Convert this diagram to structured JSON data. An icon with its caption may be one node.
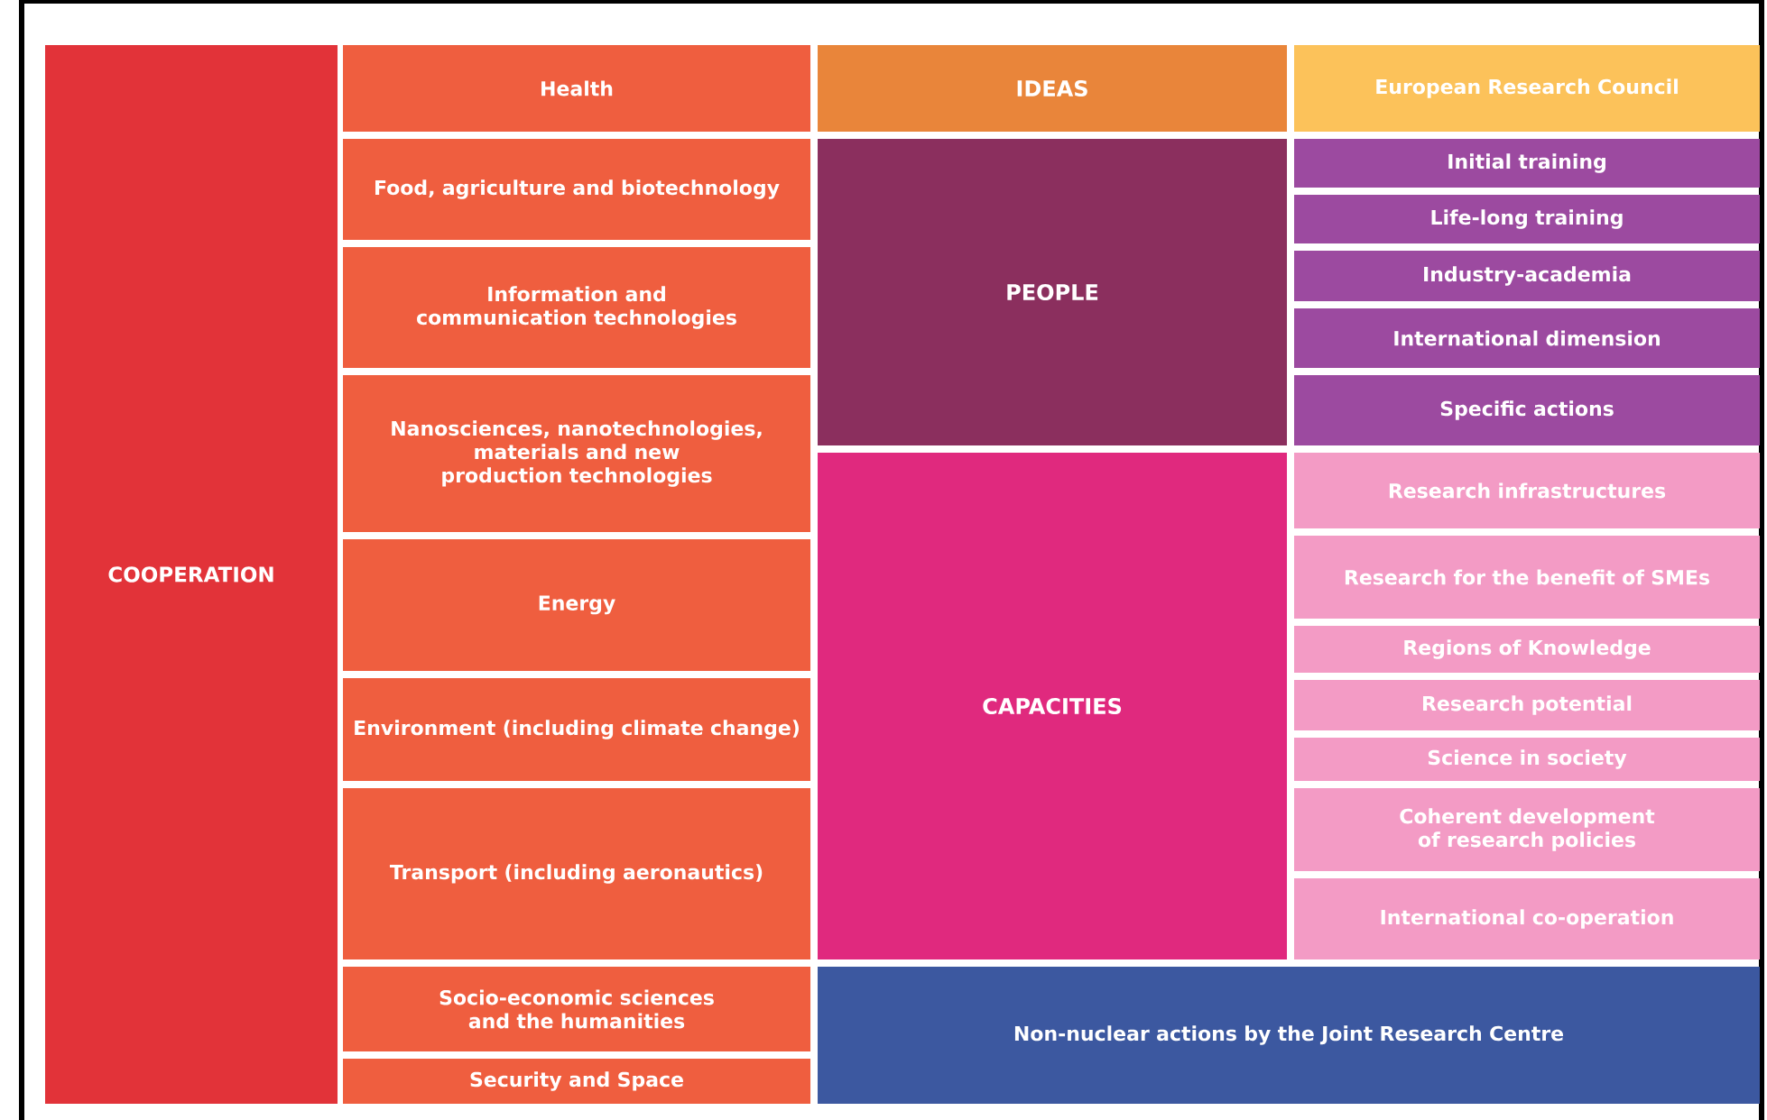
{
  "diagram": {
    "nodes": [
      {
        "text": [
          "COOPERATION"
        ]
      },
      {
        "text": [
          "Health"
        ]
      },
      {
        "text": [
          "Food, agriculture and biotechnology"
        ]
      },
      {
        "text": [
          "Information and communication technologies"
        ]
      },
      {
        "text": [
          "Nanosciences, nanotechnologies, materials and new production technologies"
        ]
      },
      {
        "text": [
          "Energy"
        ]
      },
      {
        "text": [
          "Environment (including climate change)"
        ]
      },
      {
        "text": [
          "Transport (including aeronautics)"
        ]
      },
      {
        "text": [
          "Socio-economic sciences and the humanities"
        ]
      },
      {
        "text": [
          "Security and Space"
        ]
      },
      {
        "text": [
          "IDEAS"
        ]
      },
      {
        "text": [
          "European Research Council"
        ]
      },
      {
        "text": [
          "PEOPLE"
        ]
      },
      {
        "text": [
          "Initial training"
        ]
      },
      {
        "text": [
          "Life-long training"
        ]
      },
      {
        "text": [
          "Industry-academia"
        ]
      },
      {
        "text": [
          "International dimension"
        ]
      },
      {
        "text": [
          "Specific actions"
        ]
      },
      {
        "text": [
          "CAPACITIES"
        ]
      },
      {
        "text": [
          "Research infrastructures"
        ]
      },
      {
        "text": [
          "Research for the benefit of SMEs"
        ]
      },
      {
        "text": [
          "Regions of Knowledge"
        ]
      },
      {
        "text": [
          "Research potential"
        ]
      },
      {
        "text": [
          "Science in society"
        ]
      },
      {
        "text": [
          "Coherent development of research policies"
        ]
      },
      {
        "text": [
          "International co-operation"
        ]
      },
      {
        "text": [
          "Non-nuclear actions by the Joint Research Centre"
        ]
      }
    ]
  }
}
